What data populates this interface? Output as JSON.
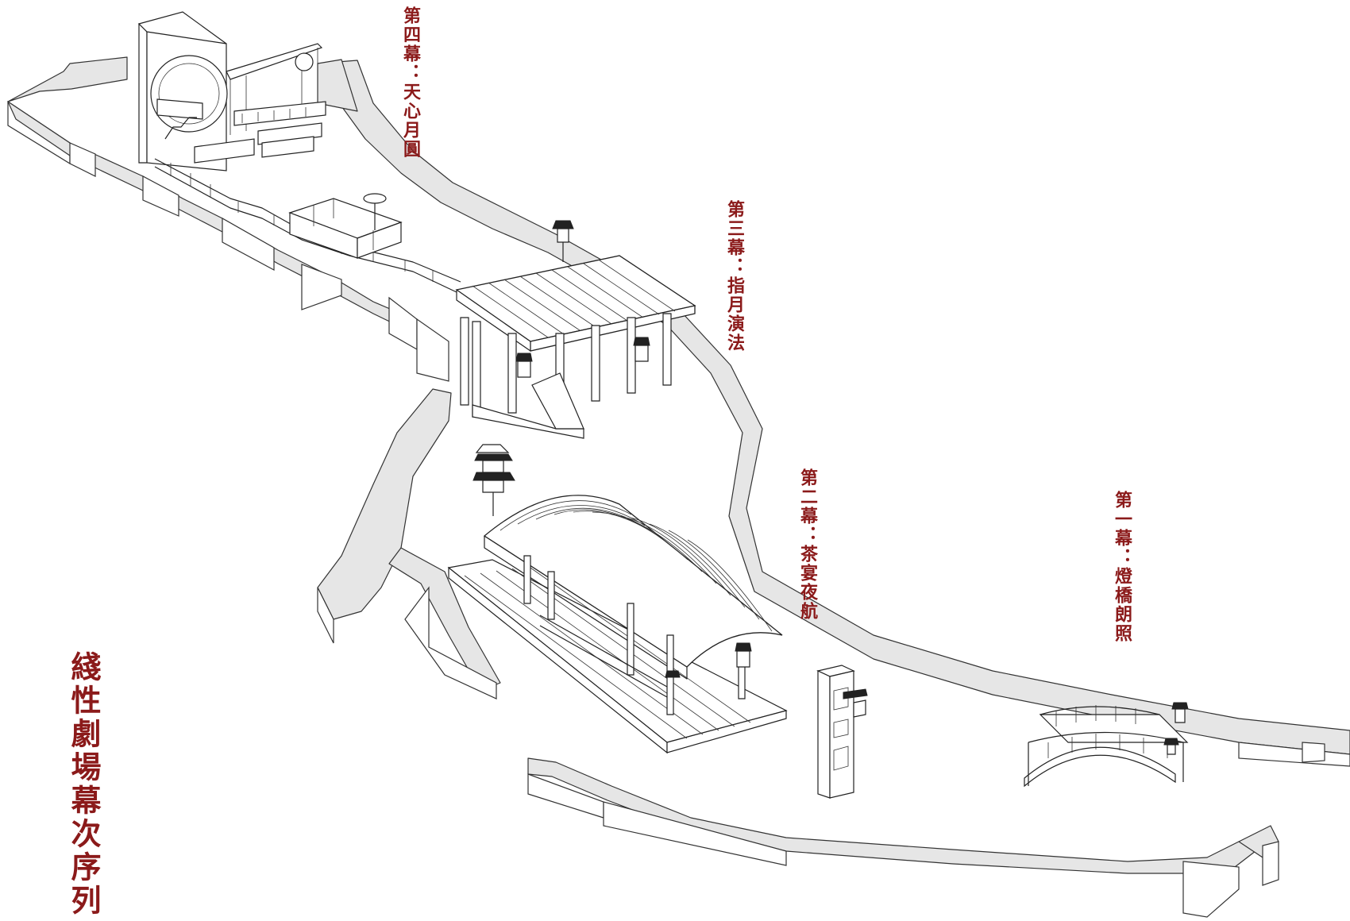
{
  "diagram": {
    "main_title": "綫性劇場幕次序列",
    "acts": [
      {
        "id": "act4",
        "label": "第四幕：天心月圓"
      },
      {
        "id": "act3",
        "label": "第三幕：指月演法"
      },
      {
        "id": "act2",
        "label": "第二幕：茶宴夜航"
      },
      {
        "id": "act1",
        "label": "第一幕：燈橋朗照"
      }
    ],
    "colors": {
      "label": "#8b1a1a",
      "wall_top": "#e6e6e6",
      "line": "#222222",
      "background": "#ffffff"
    }
  }
}
